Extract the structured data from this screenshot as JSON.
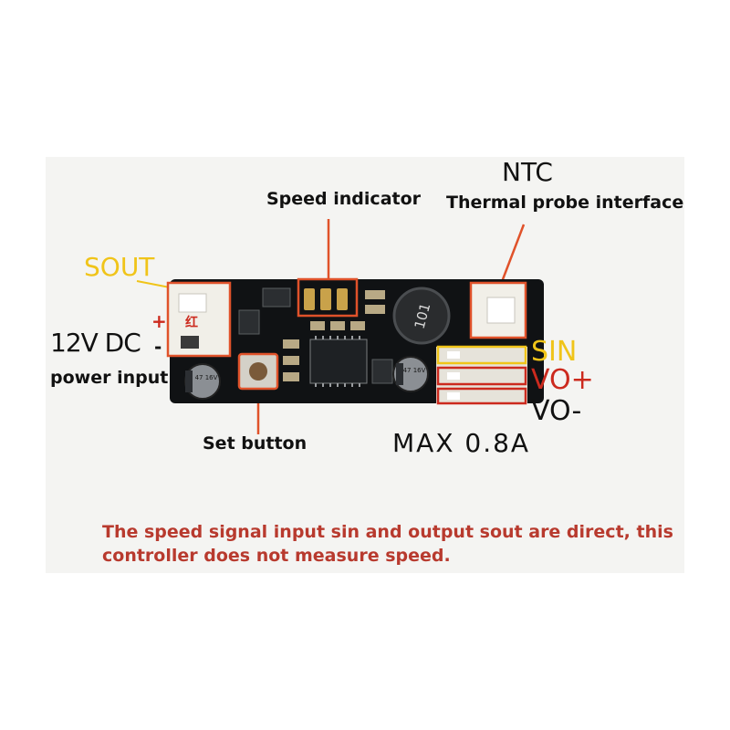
{
  "labels": {
    "ntc": "NTC",
    "thermal_probe": "Thermal probe interface",
    "speed_indicator": "Speed indicator",
    "sout": "SOUT",
    "plus": "+",
    "minus": "-",
    "voltage": "12V DC",
    "power_input": "power input",
    "sin": "SIN",
    "vo_plus": "VO+",
    "vo_minus": "VO-",
    "set_button": "Set button",
    "max_current": "MAX 0.8A"
  },
  "board_marks": {
    "connector_red_char": "红",
    "inductor_code": "101",
    "cap_left_text": "47 16V",
    "cap_right_text": "47 16V"
  },
  "note": {
    "line1": "The speed signal input sin and output sout are direct, this",
    "line2": "controller does not measure speed."
  },
  "colors": {
    "yellow_label": "#f0c419",
    "red_label": "#cc2a1e",
    "pointer_red": "#e0522a",
    "note_red": "#b83a2e",
    "board_black": "#101214"
  }
}
